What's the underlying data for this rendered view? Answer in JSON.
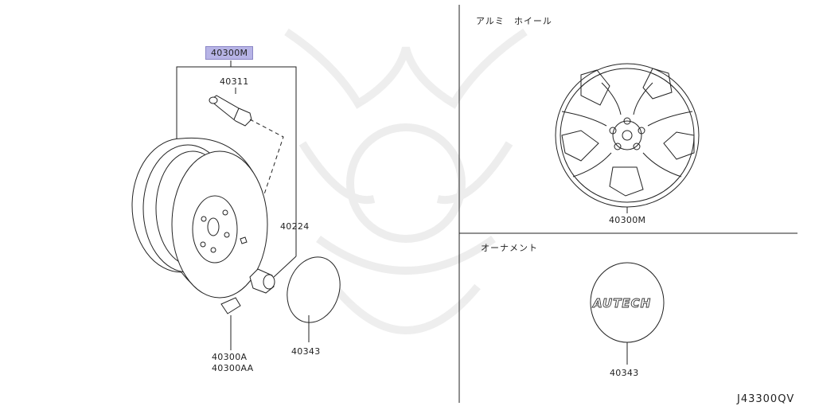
{
  "labels": {
    "kit_part": "40300M",
    "valve": "40311",
    "nut": "40224",
    "weight_a": "40300A",
    "weight_aa": "40300AA",
    "cap_left": "40343",
    "wheel_right": "40300M",
    "cap_right": "40343"
  },
  "sections": {
    "alloy_wheel": "アルミ　ホイール",
    "ornament": "オーナメント"
  },
  "cap_logo": "AUTECH",
  "drawing_ref": "J43300QV",
  "colors": {
    "highlight": "#b7b4e6",
    "line": "#222222"
  }
}
